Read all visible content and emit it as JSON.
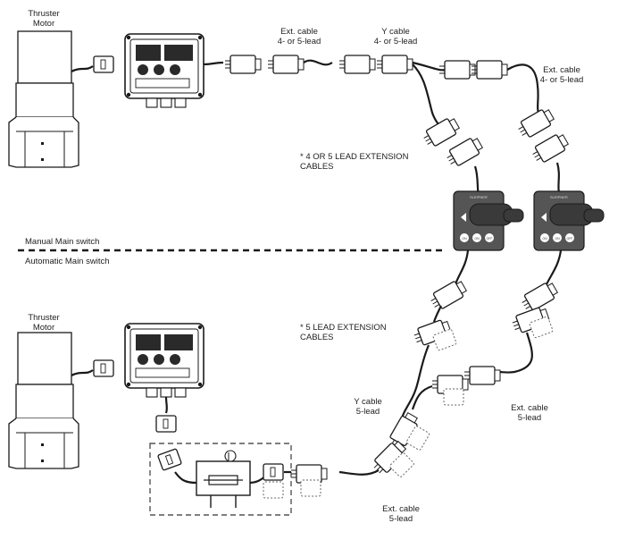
{
  "labels": {
    "thruster_motor_top": "Thruster\nMotor",
    "ext_cable_top_a": "Ext. cable\n4- or 5-lead",
    "y_cable_top": "Y cable\n4- or 5-lead",
    "ext_cable_top_b": "Ext. cable\n4- or 5-lead",
    "note_4or5": "* 4 OR 5 LEAD EXTENSION\nCABLES",
    "manual_main_switch": "Manual Main switch",
    "automatic_main_switch": "Automatic Main switch",
    "thruster_motor_bottom": "Thruster\nMotor",
    "note_5lead": "* 5 LEAD EXTENSION\nCABLES",
    "y_cable_bottom": "Y cable\n5-lead",
    "ext_cable_bottom_right": "Ext. cable\n5-lead",
    "ext_cable_bottom": "Ext. cable\n5-lead"
  },
  "panel_buttons": [
    "ON",
    "ON",
    "OFF"
  ],
  "panel_logo": "SLEIPNER",
  "colors": {
    "line": "#1a1a1a",
    "panel_body": "#555555",
    "panel_dark": "#3a3a3a",
    "connector_fill": "#ffffff"
  },
  "icons": [
    "thruster-motor-icon",
    "control-box-icon",
    "connector-icon",
    "joystick-panel-icon",
    "main-switch-icon"
  ]
}
